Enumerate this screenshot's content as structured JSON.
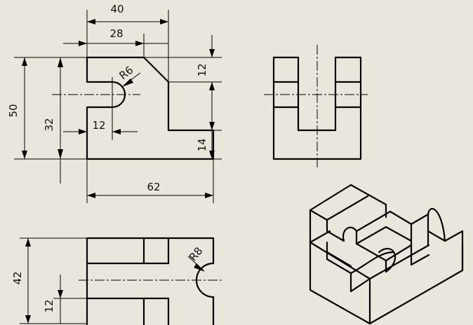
{
  "drawing": {
    "background": "#e9e6dc",
    "line_color": "#000000",
    "views": [
      "front-view",
      "side-view",
      "top-view",
      "isometric-view"
    ],
    "dimensions": {
      "front_width_top": "40",
      "front_width_step": "28",
      "front_height": "50",
      "slot_height": "32",
      "front_right_top": "12",
      "slot_depth": "12",
      "front_radius": "R6",
      "front_right_bottom": "14",
      "front_width_total": "62",
      "top_height": "42",
      "top_notch": "12",
      "top_radius": "R8"
    }
  }
}
